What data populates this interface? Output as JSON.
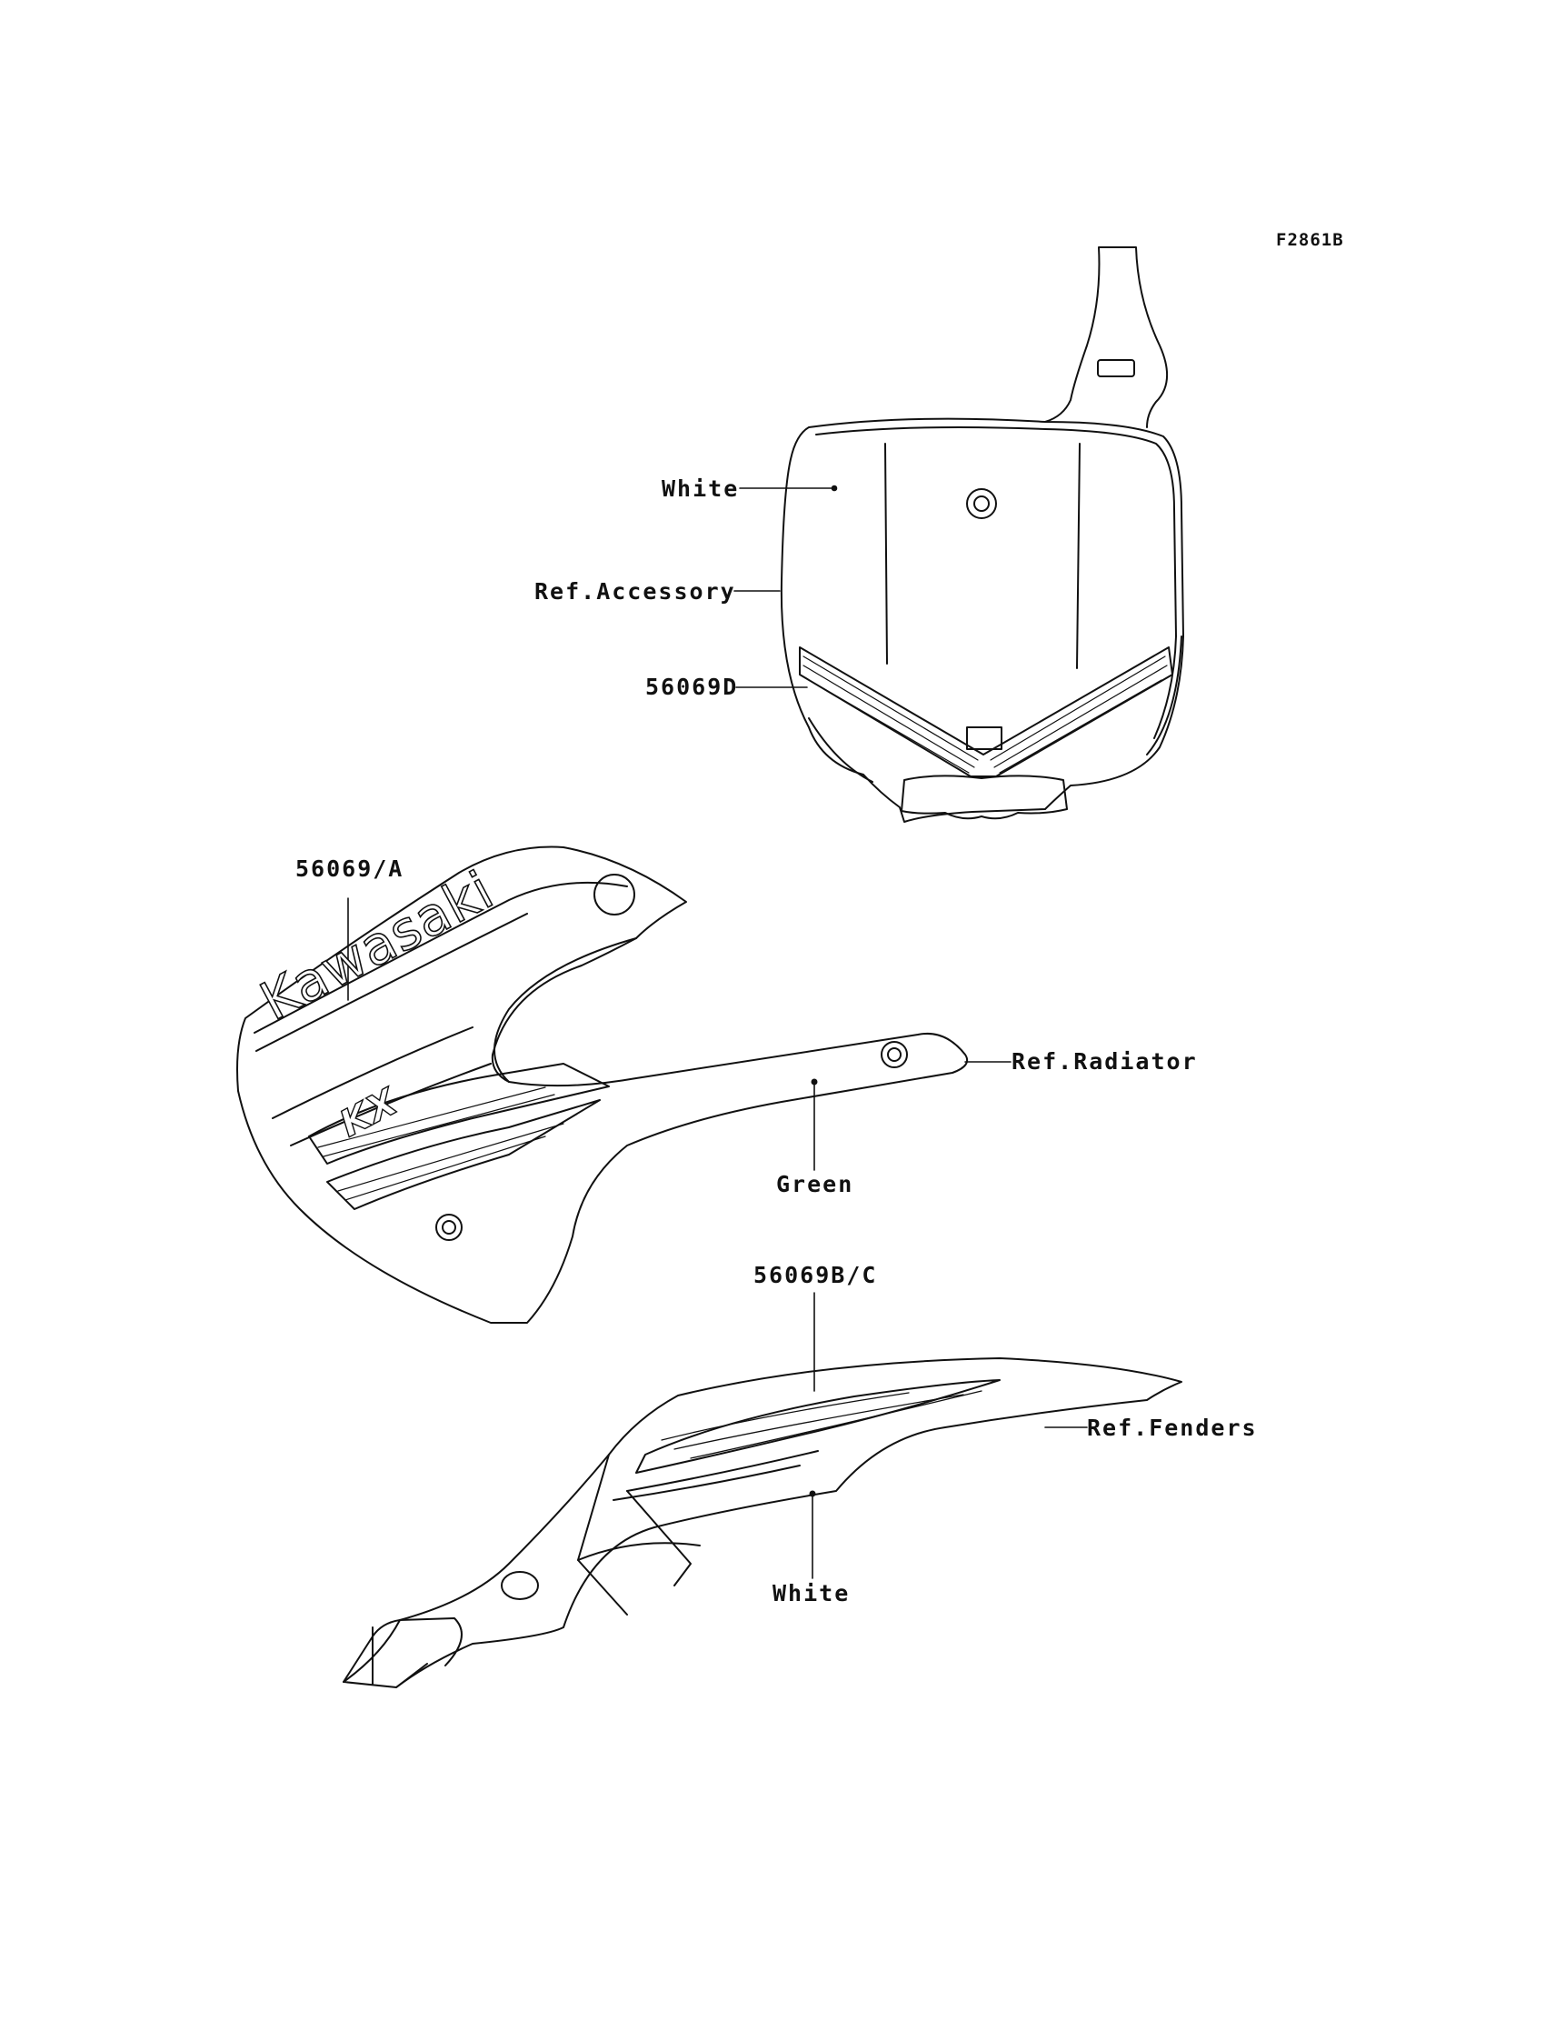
{
  "figure_id": "F2861B",
  "number_plate": {
    "color_callout": "White",
    "ref_callout": "Ref.Accessory",
    "decal_part": "56069D"
  },
  "shroud": {
    "decal_part": "56069/A",
    "ref_callout": "Ref.Radiator",
    "color_callout": "Green",
    "brand_lettering": "Kawasaki",
    "model_lettering": "KX"
  },
  "rear_fender": {
    "decal_part": "56069B/C",
    "ref_callout": "Ref.Fenders",
    "color_callout": "White"
  },
  "colors": {
    "ink": "#111111",
    "paper": "#ffffff"
  }
}
